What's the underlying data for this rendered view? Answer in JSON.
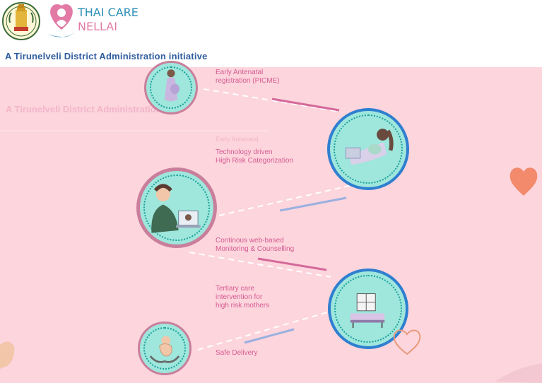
{
  "header": {
    "brand_line1": "THAI CARE",
    "brand_line2": "NELLAI",
    "tagline": "A Tirunelveli District Administration initiative",
    "ghost_text": "A Tirunelveli District Administration",
    "ghost_text2": "Early Antenatal"
  },
  "steps": [
    {
      "label": "Early Antenatal\nregistration (PICME)",
      "icon": "pregnant-woman-icon"
    },
    {
      "label": "Technology driven\nHigh Risk Categorization",
      "icon": "woman-with-laptop-reclining-icon"
    },
    {
      "label": "Continous web-based\nMonitoring & Counselling",
      "icon": "counsellor-with-headset-icon"
    },
    {
      "label": "Tertiary care\nintervention for\nhigh risk mothers",
      "icon": "hospital-bed-icon"
    },
    {
      "label": "Safe Delivery",
      "icon": "baby-in-hands-icon"
    }
  ],
  "colors": {
    "background": "#fdd5dd",
    "brand_blue": "#2e8fb8",
    "brand_pink": "#e27aa5",
    "label_pink": "#d45b91",
    "tagline_blue": "#2f5c9e",
    "circle_fill": "#9fe6dc",
    "ring_blue": "#2f7fd0",
    "ring_mauve": "#c97f9b",
    "heart_orange": "#f28a6b"
  }
}
